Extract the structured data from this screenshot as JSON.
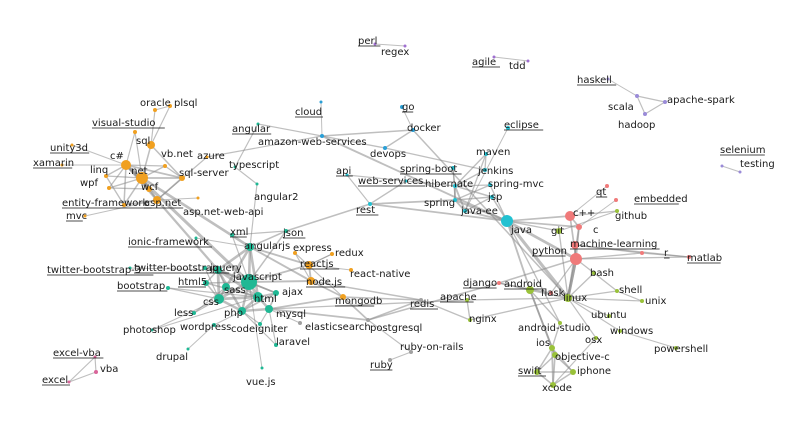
{
  "groups": {
    "teal": "#1fb894",
    "orange": "#f0a020",
    "blue": "#2a9fd6",
    "cyan": "#22c1d1",
    "salmon": "#f07a7a",
    "olive": "#9ac23a",
    "pink": "#d9659a",
    "purple": "#a070d0",
    "lilac": "#9a8bd8",
    "gray": "#a0a0a0"
  },
  "nodes": [
    {
      "id": "perl",
      "label": "perl",
      "group": "purple"
    },
    {
      "id": "regex",
      "label": "regex",
      "group": "purple"
    },
    {
      "id": "agile",
      "label": "agile",
      "group": "purple"
    },
    {
      "id": "tdd",
      "label": "tdd",
      "group": "purple"
    },
    {
      "id": "haskell",
      "label": "haskell",
      "group": "lilac"
    },
    {
      "id": "scala",
      "label": "scala",
      "group": "lilac"
    },
    {
      "id": "apache-spark",
      "label": "apache-spark",
      "group": "lilac"
    },
    {
      "id": "hadoop",
      "label": "hadoop",
      "group": "lilac"
    },
    {
      "id": "selenium",
      "label": "selenium",
      "group": "lilac"
    },
    {
      "id": "testing",
      "label": "testing",
      "group": "lilac"
    },
    {
      "id": "oracle",
      "label": "oracle",
      "group": "orange"
    },
    {
      "id": "plsql",
      "label": "plsql",
      "group": "orange"
    },
    {
      "id": "visual-studio",
      "label": "visual-studio",
      "group": "orange"
    },
    {
      "id": "sql",
      "label": "sql",
      "group": "orange"
    },
    {
      "id": "unity3d",
      "label": "unity3d",
      "group": "orange"
    },
    {
      "id": "xamarin",
      "label": "xamarin",
      "group": "orange"
    },
    {
      "id": "csharp",
      "label": "c#",
      "group": "orange"
    },
    {
      "id": "vb-net",
      "label": "vb.net",
      "group": "orange"
    },
    {
      "id": "linq",
      "label": "linq",
      "group": "orange"
    },
    {
      "id": "net",
      "label": ".net",
      "group": "orange"
    },
    {
      "id": "sql-server",
      "label": "sql-server",
      "group": "orange"
    },
    {
      "id": "wpf",
      "label": "wpf",
      "group": "orange"
    },
    {
      "id": "wcf",
      "label": "wcf",
      "group": "orange"
    },
    {
      "id": "entity-framework",
      "label": "entity-framework",
      "group": "orange"
    },
    {
      "id": "asp-net",
      "label": "asp.net",
      "group": "orange"
    },
    {
      "id": "mvc",
      "label": "mvc",
      "group": "orange"
    },
    {
      "id": "azure",
      "label": "azure",
      "group": "orange"
    },
    {
      "id": "asp-net-web-api",
      "label": "asp.net-web-api",
      "group": "orange"
    },
    {
      "id": "angular",
      "label": "angular",
      "group": "teal"
    },
    {
      "id": "typescript",
      "label": "typescript",
      "group": "teal"
    },
    {
      "id": "angular2",
      "label": "angular2",
      "group": "teal"
    },
    {
      "id": "ionic-framework",
      "label": "ionic-framework",
      "group": "teal"
    },
    {
      "id": "xml",
      "label": "xml",
      "group": "teal"
    },
    {
      "id": "json",
      "label": "json",
      "group": "teal"
    },
    {
      "id": "angularjs",
      "label": "angularjs",
      "group": "teal"
    },
    {
      "id": "twitter-bootstrap-3",
      "label": "twitter-bootstrap-3",
      "group": "teal"
    },
    {
      "id": "twitter-bootstrap",
      "label": "twitter-bootstrap",
      "group": "teal"
    },
    {
      "id": "jquery",
      "label": "jquery",
      "group": "teal"
    },
    {
      "id": "html5",
      "label": "html5",
      "group": "teal"
    },
    {
      "id": "bootstrap",
      "label": "bootstrap",
      "group": "teal"
    },
    {
      "id": "javascript",
      "label": "javascript",
      "group": "teal"
    },
    {
      "id": "sass",
      "label": "sass",
      "group": "teal"
    },
    {
      "id": "css",
      "label": "css",
      "group": "teal"
    },
    {
      "id": "html",
      "label": "html",
      "group": "teal"
    },
    {
      "id": "ajax",
      "label": "ajax",
      "group": "teal"
    },
    {
      "id": "less",
      "label": "less",
      "group": "teal"
    },
    {
      "id": "php",
      "label": "php",
      "group": "teal"
    },
    {
      "id": "mysql",
      "label": "mysql",
      "group": "teal"
    },
    {
      "id": "photoshop",
      "label": "photoshop",
      "group": "teal"
    },
    {
      "id": "wordpress",
      "label": "wordpress",
      "group": "teal"
    },
    {
      "id": "codeigniter",
      "label": "codeigniter",
      "group": "teal"
    },
    {
      "id": "laravel",
      "label": "laravel",
      "group": "teal"
    },
    {
      "id": "drupal",
      "label": "drupal",
      "group": "teal"
    },
    {
      "id": "vue-js",
      "label": "vue.js",
      "group": "teal"
    },
    {
      "id": "express",
      "label": "express",
      "group": "orange"
    },
    {
      "id": "redux",
      "label": "redux",
      "group": "orange"
    },
    {
      "id": "reactjs",
      "label": "reactjs",
      "group": "orange"
    },
    {
      "id": "node-js",
      "label": "node.js",
      "group": "orange"
    },
    {
      "id": "react-native",
      "label": "react-native",
      "group": "orange"
    },
    {
      "id": "mongodb",
      "label": "mongodb",
      "group": "orange"
    },
    {
      "id": "elasticsearch",
      "label": "elasticsearch",
      "group": "gray"
    },
    {
      "id": "postgresql",
      "label": "postgresql",
      "group": "gray"
    },
    {
      "id": "redis",
      "label": "redis",
      "group": "gray"
    },
    {
      "id": "ruby-on-rails",
      "label": "ruby-on-rails",
      "group": "gray"
    },
    {
      "id": "ruby",
      "label": "ruby",
      "group": "gray"
    },
    {
      "id": "cloud",
      "label": "cloud",
      "group": "blue"
    },
    {
      "id": "go",
      "label": "go",
      "group": "blue"
    },
    {
      "id": "docker",
      "label": "docker",
      "group": "blue"
    },
    {
      "id": "amazon-web-services",
      "label": "amazon-web-services",
      "group": "blue"
    },
    {
      "id": "devops",
      "label": "devops",
      "group": "blue"
    },
    {
      "id": "eclipse",
      "label": "eclipse",
      "group": "cyan"
    },
    {
      "id": "maven",
      "label": "maven",
      "group": "cyan"
    },
    {
      "id": "spring-boot",
      "label": "spring-boot",
      "group": "cyan"
    },
    {
      "id": "jenkins",
      "label": "jenkins",
      "group": "cyan"
    },
    {
      "id": "hibernate",
      "label": "hibernate",
      "group": "cyan"
    },
    {
      "id": "spring-mvc",
      "label": "spring-mvc",
      "group": "cyan"
    },
    {
      "id": "api",
      "label": "api",
      "group": "cyan"
    },
    {
      "id": "web-services",
      "label": "web-services",
      "group": "cyan"
    },
    {
      "id": "rest",
      "label": "rest",
      "group": "cyan"
    },
    {
      "id": "spring",
      "label": "spring",
      "group": "cyan"
    },
    {
      "id": "jsp",
      "label": "jsp",
      "group": "cyan"
    },
    {
      "id": "java-ee",
      "label": "java-ee",
      "group": "cyan"
    },
    {
      "id": "java",
      "label": "java",
      "group": "cyan"
    },
    {
      "id": "qt",
      "label": "qt",
      "group": "salmon"
    },
    {
      "id": "embedded",
      "label": "embedded",
      "group": "salmon"
    },
    {
      "id": "cpp",
      "label": "c++",
      "group": "salmon"
    },
    {
      "id": "c",
      "label": "c",
      "group": "salmon"
    },
    {
      "id": "github",
      "label": "github",
      "group": "olive"
    },
    {
      "id": "git",
      "label": "git",
      "group": "olive"
    },
    {
      "id": "machine-learning",
      "label": "machine-learning",
      "group": "salmon"
    },
    {
      "id": "python",
      "label": "python",
      "group": "salmon"
    },
    {
      "id": "r",
      "label": "r",
      "group": "salmon"
    },
    {
      "id": "matlab",
      "label": "matlab",
      "group": "salmon"
    },
    {
      "id": "django",
      "label": "django",
      "group": "salmon"
    },
    {
      "id": "flask",
      "label": "flask",
      "group": "salmon"
    },
    {
      "id": "bash",
      "label": "bash",
      "group": "olive"
    },
    {
      "id": "shell",
      "label": "shell",
      "group": "olive"
    },
    {
      "id": "unix",
      "label": "unix",
      "group": "olive"
    },
    {
      "id": "linux",
      "label": "linux",
      "group": "olive"
    },
    {
      "id": "ubuntu",
      "label": "ubuntu",
      "group": "olive"
    },
    {
      "id": "windows",
      "label": "windows",
      "group": "olive"
    },
    {
      "id": "powershell",
      "label": "powershell",
      "group": "olive"
    },
    {
      "id": "android",
      "label": "android",
      "group": "olive"
    },
    {
      "id": "apache",
      "label": "apache",
      "group": "olive"
    },
    {
      "id": "nginx",
      "label": "nginx",
      "group": "olive"
    },
    {
      "id": "android-studio",
      "label": "android-studio",
      "group": "olive"
    },
    {
      "id": "osx",
      "label": "osx",
      "group": "olive"
    },
    {
      "id": "ios",
      "label": "ios",
      "group": "olive"
    },
    {
      "id": "objective-c",
      "label": "objective-c",
      "group": "olive"
    },
    {
      "id": "swift",
      "label": "swift",
      "group": "olive"
    },
    {
      "id": "iphone",
      "label": "iphone",
      "group": "olive"
    },
    {
      "id": "xcode",
      "label": "xcode",
      "group": "olive"
    },
    {
      "id": "excel-vba",
      "label": "excel-vba",
      "group": "pink"
    },
    {
      "id": "vba",
      "label": "vba",
      "group": "pink"
    },
    {
      "id": "excel",
      "label": "excel",
      "group": "pink"
    }
  ],
  "links": [
    [
      "perl",
      "regex"
    ],
    [
      "agile",
      "tdd"
    ],
    [
      "haskell",
      "scala"
    ],
    [
      "scala",
      "apache-spark"
    ],
    [
      "scala",
      "hadoop"
    ],
    [
      "apache-spark",
      "hadoop"
    ],
    [
      "selenium",
      "testing"
    ],
    [
      "oracle",
      "plsql"
    ],
    [
      "oracle",
      "sql"
    ],
    [
      "sql",
      "plsql"
    ],
    [
      "sql",
      "sql-server"
    ],
    [
      "sql",
      "net"
    ],
    [
      "visual-studio",
      "csharp"
    ],
    [
      "visual-studio",
      "net"
    ],
    [
      "unity3d",
      "csharp"
    ],
    [
      "xamarin",
      "csharp"
    ],
    [
      "csharp",
      "net"
    ],
    [
      "csharp",
      "linq"
    ],
    [
      "csharp",
      "wpf"
    ],
    [
      "csharp",
      "vb-net"
    ],
    [
      "csharp",
      "sql-server"
    ],
    [
      "csharp",
      "asp-net"
    ],
    [
      "csharp",
      "entity-framework"
    ],
    [
      "csharp",
      "wcf"
    ],
    [
      "net",
      "vb-net"
    ],
    [
      "net",
      "linq"
    ],
    [
      "net",
      "wpf"
    ],
    [
      "net",
      "wcf"
    ],
    [
      "net",
      "asp-net"
    ],
    [
      "net",
      "sql-server"
    ],
    [
      "net",
      "entity-framework"
    ],
    [
      "linq",
      "entity-framework"
    ],
    [
      "wpf",
      "wcf"
    ],
    [
      "asp-net",
      "mvc"
    ],
    [
      "asp-net",
      "entity-framework"
    ],
    [
      "asp-net",
      "asp-net-web-api"
    ],
    [
      "asp-net",
      "azure"
    ],
    [
      "asp-net",
      "sql-server"
    ],
    [
      "vb-net",
      "sql-server"
    ],
    [
      "asp-net",
      "jquery"
    ],
    [
      "csharp",
      "javascript"
    ],
    [
      "net",
      "angularjs"
    ],
    [
      "angular",
      "typescript"
    ],
    [
      "typescript",
      "angular2"
    ],
    [
      "angular2",
      "angularjs"
    ],
    [
      "angularjs",
      "ionic-framework"
    ],
    [
      "angularjs",
      "javascript"
    ],
    [
      "angularjs",
      "jquery"
    ],
    [
      "angularjs",
      "html"
    ],
    [
      "angularjs",
      "json"
    ],
    [
      "angularjs",
      "reactjs"
    ],
    [
      "angularjs",
      "node-js"
    ],
    [
      "angularjs",
      "css"
    ],
    [
      "xml",
      "json"
    ],
    [
      "xml",
      "javascript"
    ],
    [
      "json",
      "rest"
    ],
    [
      "json",
      "javascript"
    ],
    [
      "twitter-bootstrap-3",
      "jquery"
    ],
    [
      "twitter-bootstrap",
      "jquery"
    ],
    [
      "twitter-bootstrap",
      "css"
    ],
    [
      "bootstrap",
      "css"
    ],
    [
      "bootstrap",
      "html"
    ],
    [
      "jquery",
      "javascript"
    ],
    [
      "jquery",
      "html5"
    ],
    [
      "jquery",
      "css"
    ],
    [
      "jquery",
      "html"
    ],
    [
      "jquery",
      "ajax"
    ],
    [
      "jquery",
      "php"
    ],
    [
      "jquery",
      "sass"
    ],
    [
      "html5",
      "css"
    ],
    [
      "html5",
      "javascript"
    ],
    [
      "html5",
      "html"
    ],
    [
      "javascript",
      "html"
    ],
    [
      "javascript",
      "css"
    ],
    [
      "javascript",
      "ajax"
    ],
    [
      "javascript",
      "php"
    ],
    [
      "javascript",
      "node-js"
    ],
    [
      "javascript",
      "reactjs"
    ],
    [
      "css",
      "sass"
    ],
    [
      "css",
      "less"
    ],
    [
      "css",
      "html"
    ],
    [
      "css",
      "php"
    ],
    [
      "sass",
      "less"
    ],
    [
      "sass",
      "html"
    ],
    [
      "html",
      "php"
    ],
    [
      "html",
      "ajax"
    ],
    [
      "php",
      "mysql"
    ],
    [
      "php",
      "wordpress"
    ],
    [
      "php",
      "laravel"
    ],
    [
      "php",
      "codeigniter"
    ],
    [
      "php",
      "ajax"
    ],
    [
      "html",
      "mysql"
    ],
    [
      "ajax",
      "mysql"
    ],
    [
      "css",
      "photoshop"
    ],
    [
      "wordpress",
      "drupal"
    ],
    [
      "laravel",
      "mysql"
    ],
    [
      "codeigniter",
      "mysql"
    ],
    [
      "javascript",
      "vue-js"
    ],
    [
      "html",
      "photoshop"
    ],
    [
      "express",
      "node-js"
    ],
    [
      "redux",
      "reactjs"
    ],
    [
      "reactjs",
      "node-js"
    ],
    [
      "reactjs",
      "react-native"
    ],
    [
      "node-js",
      "mongodb"
    ],
    [
      "express",
      "mongodb"
    ],
    [
      "node-js",
      "redis"
    ],
    [
      "reactjs",
      "redux"
    ],
    [
      "mysql",
      "mongodb"
    ],
    [
      "mysql",
      "postgresql"
    ],
    [
      "mongodb",
      "postgresql"
    ],
    [
      "mongodb",
      "redis"
    ],
    [
      "mysql",
      "apache"
    ],
    [
      "mysql",
      "elasticsearch"
    ],
    [
      "postgresql",
      "ruby-on-rails"
    ],
    [
      "ruby-on-rails",
      "ruby"
    ],
    [
      "postgresql",
      "redis"
    ],
    [
      "redis",
      "nginx"
    ],
    [
      "apache",
      "nginx"
    ],
    [
      "apache",
      "linux"
    ],
    [
      "nginx",
      "linux"
    ],
    [
      "postgresql",
      "django"
    ],
    [
      "cloud",
      "amazon-web-services"
    ],
    [
      "go",
      "docker"
    ],
    [
      "docker",
      "amazon-web-services"
    ],
    [
      "docker",
      "devops"
    ],
    [
      "amazon-web-services",
      "devops"
    ],
    [
      "devops",
      "jenkins"
    ],
    [
      "amazon-web-services",
      "angular"
    ],
    [
      "amazon-web-services",
      "java"
    ],
    [
      "amazon-web-services",
      "azure"
    ],
    [
      "docker",
      "linux"
    ],
    [
      "eclipse",
      "java-ee"
    ],
    [
      "maven",
      "java-ee"
    ],
    [
      "maven",
      "hibernate"
    ],
    [
      "maven",
      "jenkins"
    ],
    [
      "spring-boot",
      "spring"
    ],
    [
      "spring-boot",
      "hibernate"
    ],
    [
      "jenkins",
      "hibernate"
    ],
    [
      "hibernate",
      "spring-mvc"
    ],
    [
      "hibernate",
      "spring"
    ],
    [
      "hibernate",
      "java-ee"
    ],
    [
      "hibernate",
      "jsp"
    ],
    [
      "spring-mvc",
      "spring"
    ],
    [
      "spring-mvc",
      "java"
    ],
    [
      "api",
      "web-services"
    ],
    [
      "api",
      "rest"
    ],
    [
      "web-services",
      "rest"
    ],
    [
      "web-services",
      "hibernate"
    ],
    [
      "rest",
      "spring"
    ],
    [
      "rest",
      "java"
    ],
    [
      "spring",
      "jsp"
    ],
    [
      "spring",
      "java-ee"
    ],
    [
      "spring",
      "java"
    ],
    [
      "jsp",
      "java"
    ],
    [
      "java-ee",
      "java"
    ],
    [
      "jsp",
      "java-ee"
    ],
    [
      "java",
      "android"
    ],
    [
      "java",
      "cpp"
    ],
    [
      "java",
      "c"
    ],
    [
      "java",
      "git"
    ],
    [
      "java",
      "python"
    ],
    [
      "java",
      "android-studio"
    ],
    [
      "java",
      "linux"
    ],
    [
      "qt",
      "cpp"
    ],
    [
      "embedded",
      "c"
    ],
    [
      "cpp",
      "c"
    ],
    [
      "cpp",
      "python"
    ],
    [
      "c",
      "python"
    ],
    [
      "c",
      "linux"
    ],
    [
      "git",
      "github"
    ],
    [
      "git",
      "linux"
    ],
    [
      "github",
      "cpp"
    ],
    [
      "python",
      "machine-learning"
    ],
    [
      "python",
      "r"
    ],
    [
      "python",
      "django"
    ],
    [
      "python",
      "flask"
    ],
    [
      "python",
      "linux"
    ],
    [
      "machine-learning",
      "r"
    ],
    [
      "r",
      "matlab"
    ],
    [
      "python",
      "matlab"
    ],
    [
      "machine-learning",
      "matlab"
    ],
    [
      "django",
      "flask"
    ],
    [
      "bash",
      "linux"
    ],
    [
      "shell",
      "linux"
    ],
    [
      "bash",
      "shell"
    ],
    [
      "unix",
      "linux"
    ],
    [
      "shell",
      "unix"
    ],
    [
      "linux",
      "ubuntu"
    ],
    [
      "linux",
      "windows"
    ],
    [
      "windows",
      "powershell"
    ],
    [
      "linux",
      "osx"
    ],
    [
      "linux",
      "android"
    ],
    [
      "bash",
      "python"
    ],
    [
      "linux",
      "python"
    ],
    [
      "android",
      "android-studio"
    ],
    [
      "android",
      "ios"
    ],
    [
      "android",
      "objective-c"
    ],
    [
      "ios",
      "objective-c"
    ],
    [
      "ios",
      "swift"
    ],
    [
      "ios",
      "iphone"
    ],
    [
      "ios",
      "xcode"
    ],
    [
      "objective-c",
      "swift"
    ],
    [
      "objective-c",
      "iphone"
    ],
    [
      "objective-c",
      "xcode"
    ],
    [
      "swift",
      "xcode"
    ],
    [
      "swift",
      "iphone"
    ],
    [
      "iphone",
      "xcode"
    ],
    [
      "osx",
      "xcode"
    ],
    [
      "android",
      "django"
    ],
    [
      "android-studio",
      "ios"
    ],
    [
      "excel-vba",
      "vba"
    ],
    [
      "excel",
      "vba"
    ],
    [
      "excel",
      "excel-vba"
    ]
  ]
}
